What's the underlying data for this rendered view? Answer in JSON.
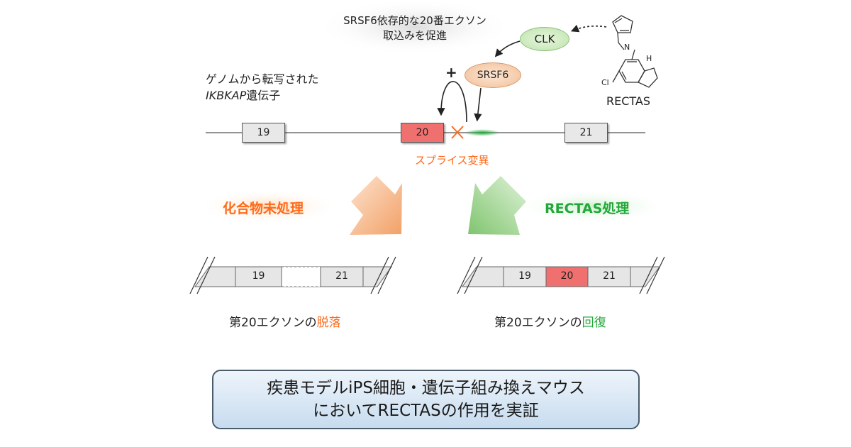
{
  "top_caption": {
    "line1": "SRSF6依存的な20番エクソン",
    "line2": "取込みを促進"
  },
  "molecules": {
    "clk": "CLK",
    "srsf6": "SRSF6",
    "rectas": "RECTAS"
  },
  "compound_atoms": {
    "nh": "N",
    "h": "H",
    "cl": "Cl"
  },
  "gene_label": {
    "line1": "ゲノムから転写された",
    "line2_italic": "IKBKAP",
    "line2_rest": "遺伝子"
  },
  "plus_sign": "+",
  "exons": {
    "e19": "19",
    "e20": "20",
    "e21": "21"
  },
  "splicing_label": "スプライス変異",
  "branches": {
    "left": "化合物未処理",
    "right": "RECTAS処理"
  },
  "mrna_left": [
    "19",
    "21"
  ],
  "mrna_right": [
    "19",
    "20",
    "21"
  ],
  "result_left": {
    "prefix": "第20エクソンの",
    "highlight": "脱落"
  },
  "result_right": {
    "prefix": "第20エクソンの",
    "highlight": "回復"
  },
  "conclusion": {
    "line1": "疾患モデルiPS細胞・遺伝子組み換えマウス",
    "line2": "においてRECTASの作用を実証"
  },
  "colors": {
    "orange": "#ff6a1a",
    "green": "#22a83a",
    "exon_red": "#f07070"
  }
}
